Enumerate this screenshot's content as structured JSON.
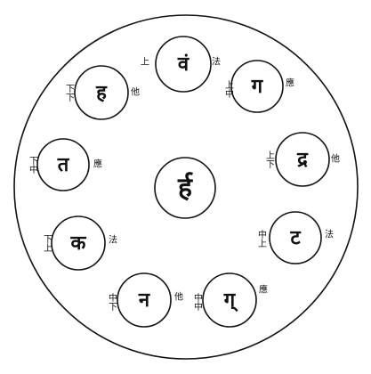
{
  "center": {
    "glyph": "र्ह"
  },
  "nodes": [
    {
      "id": "top",
      "glyph": "वं",
      "left_label": "上",
      "right_label": "法"
    },
    {
      "id": "upper-left",
      "glyph": "ह",
      "left_label": "下下",
      "right_label": "他"
    },
    {
      "id": "upper-right",
      "glyph": "ग",
      "left_label": "上中",
      "right_label": "應"
    },
    {
      "id": "mid-left",
      "glyph": "त",
      "left_label": "下中",
      "right_label": "應"
    },
    {
      "id": "mid-right",
      "glyph": "द्र",
      "left_label": "上下",
      "right_label": "他"
    },
    {
      "id": "lower-left",
      "glyph": "क",
      "left_label": "下上",
      "right_label": "法"
    },
    {
      "id": "lower-right",
      "glyph": "ट",
      "left_label": "中上",
      "right_label": "法"
    },
    {
      "id": "bottom-left",
      "glyph": "न",
      "left_label": "中下",
      "right_label": "他"
    },
    {
      "id": "bottom-right",
      "glyph": "ग्",
      "left_label": "中中",
      "right_label": "應"
    }
  ]
}
